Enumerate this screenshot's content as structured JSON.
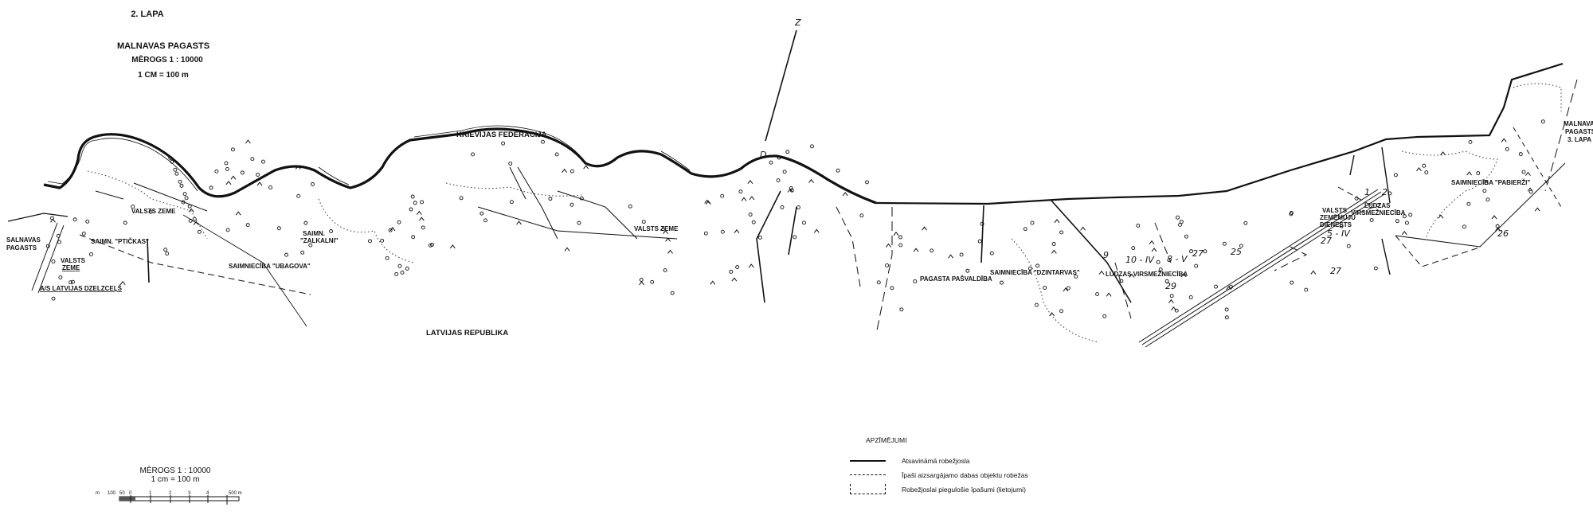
{
  "header": {
    "sheet": "2. LAPA",
    "parish": "MALNAVAS PAGASTS",
    "scale": "MĒROGS 1 : 10000",
    "scale_eq": "1 CM = 100 m"
  },
  "north_arrow": {
    "north": "Z",
    "south": "D"
  },
  "labels": {
    "russia": "KRIEVIJAS FEDERĀCIJA",
    "latvia": "LATVIJAS REPUBLIKA",
    "salnavas_1": "SALNAVAS",
    "salnavas_2": "PAGASTS",
    "valsts_zeme_small_1": "VALSTS",
    "valsts_zeme_small_2": "ZEME",
    "dzelzcels": "A/S LATVIJAS DZELZCEĻŠ",
    "valsts_zeme_1": "VALSTS ZEME",
    "ptickas": "SAIMN. \"PTIČKAS\"",
    "ubagova": "SAIMNIECĪBA \"UBAGOVA\"",
    "zalkalni_1": "SAIMN.",
    "zalkalni_2": "\"ZALKALNI\"",
    "valsts_zeme_2": "VALSTS ZEME",
    "pasvaldiba": "PAGASTA PAŠVALDĪBA",
    "dzintarvas": "SAIMNIECĪBA \"DZINTARVAS\"",
    "ludzas_1": "LUDZAS VIRSMEŽNIECĪBA",
    "zemes_1": "VALSTS",
    "zemes_2": "ZEMĒMUJU",
    "zemes_3": "DIENESTS",
    "ludzas_2a": "LUDZAS",
    "ludzas_2b": "VIRSMEŽNIECĪBA",
    "pabierzi": "SAIMNIECĪBA \"PABIERŽI\"",
    "malnavas_3_1": "MALNAVAS",
    "malnavas_3_2": "PAGASTS",
    "malnavas_3_3": "3. LAPA"
  },
  "parcel_numbers": {
    "n10iv": "10 - IV",
    "n8v": "8 - V",
    "n27a": "27",
    "n29": "29",
    "n9": "9",
    "n5iv": "5 - IV",
    "n1": "1",
    "n2": "2",
    "n26": "26",
    "n27b": "27",
    "n27c": "27",
    "n25": "25"
  },
  "legend": {
    "title": "APZĪMĒJUMI",
    "items": [
      "Atsavināmā robežjosla",
      "Īpaši aizsargājamo dabas objektu robežas",
      "Robežjoslai piegulošie īpašumi (lietojumi)"
    ]
  },
  "scale_bar": {
    "title": "MĒROGS 1 : 10000",
    "eq": "1 cm = 100 m",
    "ticks": [
      "m",
      "100",
      "50",
      "0",
      "1",
      "2",
      "3",
      "4",
      "500 m"
    ]
  }
}
